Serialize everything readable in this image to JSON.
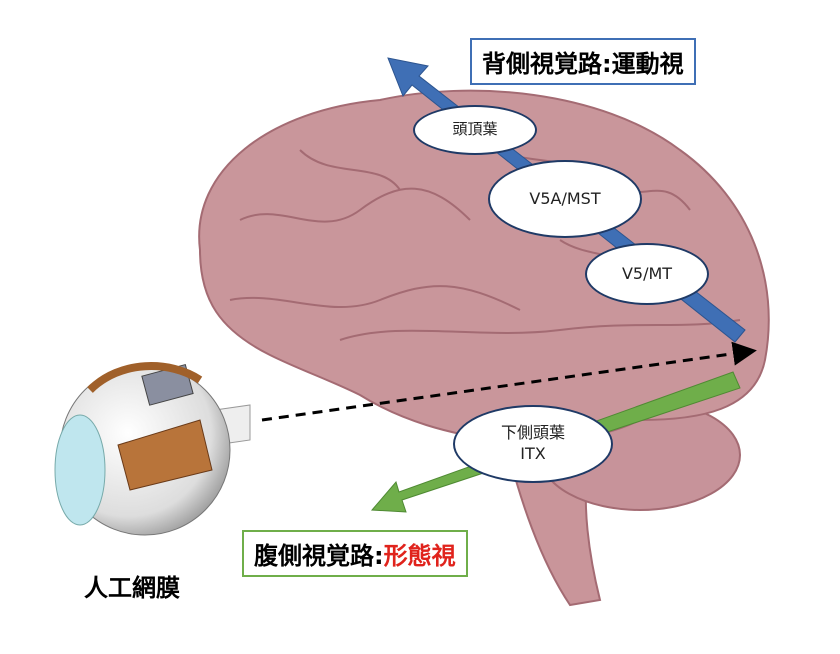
{
  "dorsal": {
    "title": "背側視覚路",
    "sep": ":",
    "function": "運動視",
    "color": "#3f6fb5"
  },
  "ventral": {
    "title": "腹側視覚路",
    "sep": ":",
    "function": "形態視",
    "function_color": "#e0231c",
    "color": "#6fae4a"
  },
  "areas": {
    "parietal": "頭頂葉",
    "v5a": "V5A/MST",
    "v5": "V5/MT",
    "it_line1": "下側頭葉",
    "it_line2": "ITX"
  },
  "retina_label": "人工網膜"
}
